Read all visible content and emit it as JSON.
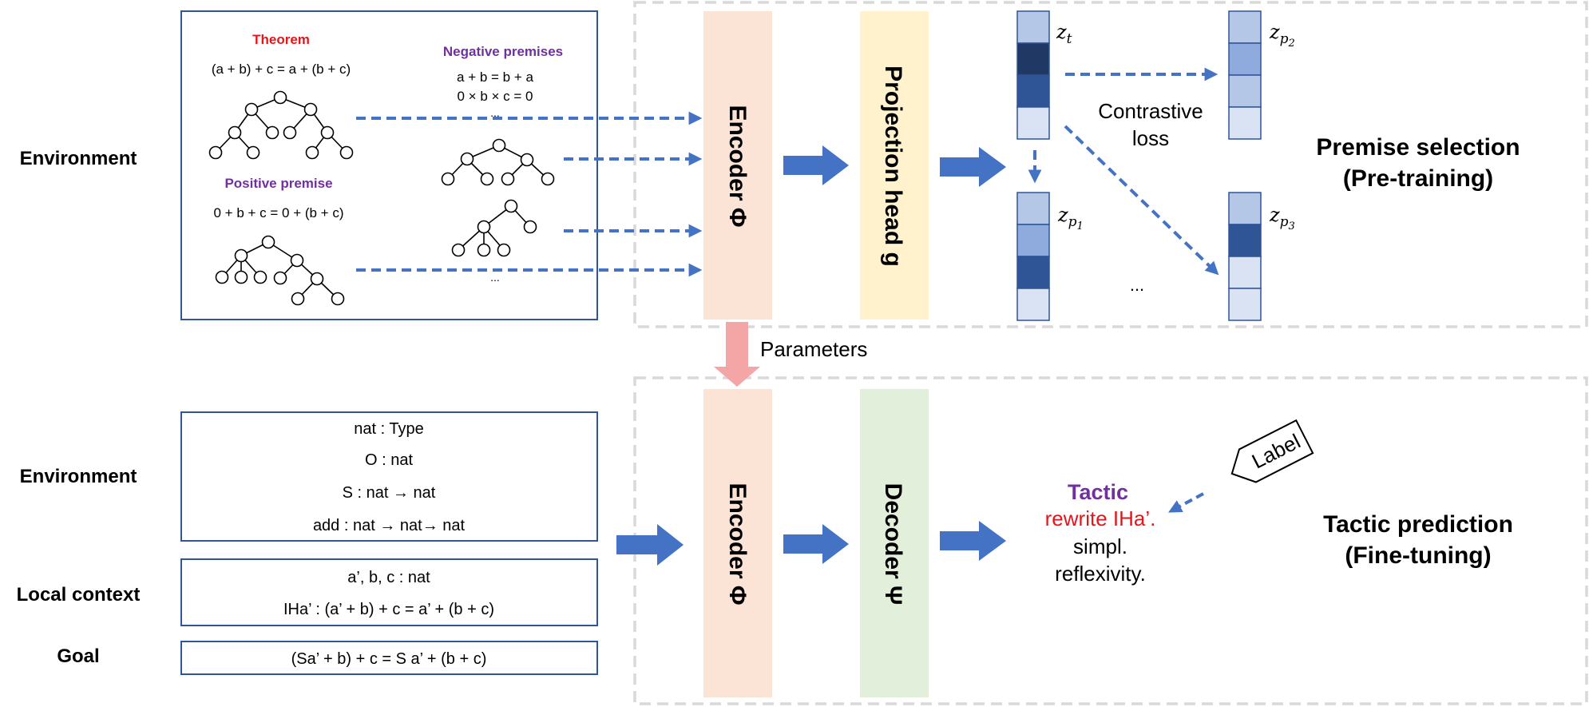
{
  "row_labels": {
    "top_environment": "Environment",
    "bottom_environment": "Environment",
    "local_context": "Local context",
    "goal": "Goal"
  },
  "pretrain_env": {
    "theorem_title": "Theorem",
    "theorem_expr": "(a + b) + c = a + (b + c)",
    "positive_title": "Positive premise",
    "positive_expr": "0 + b + c = 0 + (b + c)",
    "negative_title": "Negative premises",
    "negative_expr_1": "a + b = b + a",
    "negative_expr_2": "0 × b × c = 0",
    "ellipsis_top": "...",
    "ellipsis_bottom": "..."
  },
  "finetune_env": {
    "environment_lines": [
      "nat : Type",
      "O : nat",
      "S : nat  →  nat",
      "add : nat  →  nat→  nat"
    ],
    "local_context_lines": [
      "a’, b, c : nat",
      "IHa’ : (a’ + b) + c = a’ + (b + c)"
    ],
    "goal_line": "(Sa’ + b) + c = S a’ + (b + c)"
  },
  "modules": {
    "encoder_top": "Encoder Φ",
    "projection_head": "Projection head g",
    "encoder_bottom": "Encoder Φ",
    "decoder": "Decoder Ψ",
    "parameters": "Parameters"
  },
  "embeddings": {
    "zt": {
      "base": "z",
      "sub": "t"
    },
    "zp1": {
      "base": "z",
      "sub": "p",
      "subsub": "1"
    },
    "zp2": {
      "base": "z",
      "sub": "p",
      "subsub": "2"
    },
    "zp3": {
      "base": "z",
      "sub": "p",
      "subsub": "3"
    },
    "contrastive_1": "Contrastive",
    "contrastive_2": "loss",
    "ellipsis": "..."
  },
  "tactic": {
    "title": "Tactic",
    "line1": "rewrite IHa’.",
    "line2": "simpl.",
    "line3": "reflexivity.",
    "label_tag": "Label"
  },
  "sections": {
    "premise_1": "Premise selection",
    "premise_2": "(Pre-training)",
    "tactic_1": "Tactic prediction",
    "tactic_2": "(Fine-tuning)"
  },
  "colors": {
    "arrow_blue": "#4472C4",
    "theorem_red": "#E8141B",
    "premise_purple": "#7030A0",
    "encoder_fill": "#FBE3D6",
    "projection_fill": "#FFF2CC",
    "decoder_fill": "#E2EFDA",
    "param_arrow": "#F4A6A6",
    "box_border": "#2F5597",
    "dashed_gray": "#D9D9D9",
    "cell_light": "#DAE3F3",
    "cell_medium_light": "#B4C7E7",
    "cell_medium": "#8FAADC",
    "cell_dark": "#2F5597",
    "cell_darkest": "#203864"
  }
}
